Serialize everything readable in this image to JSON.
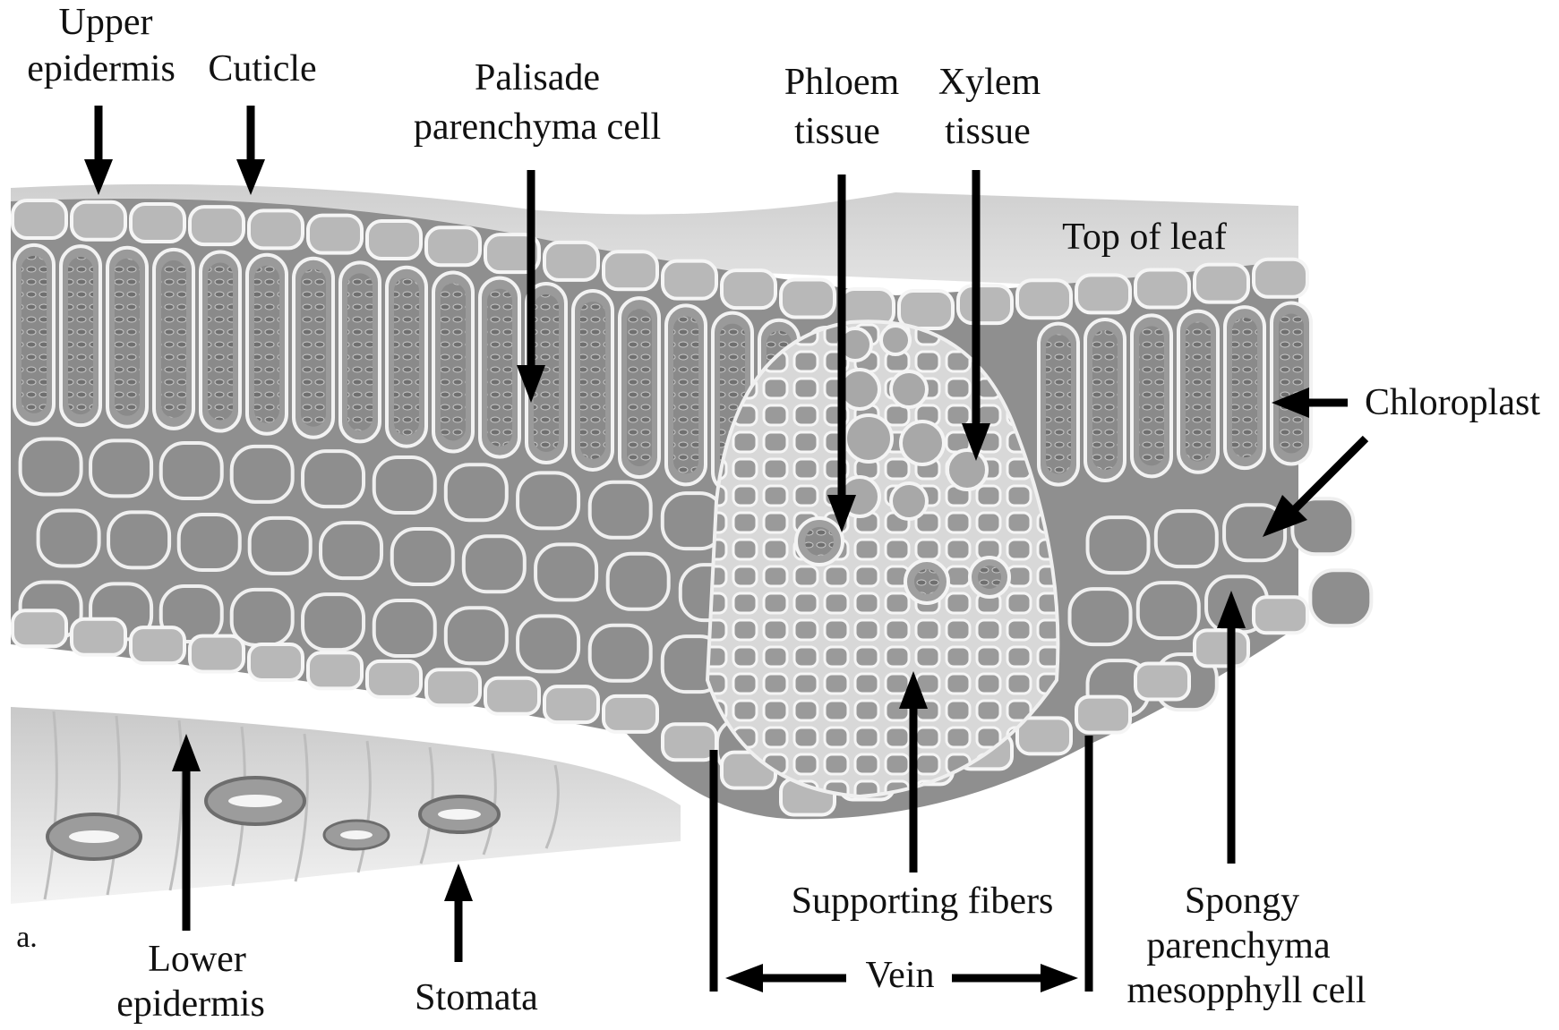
{
  "labels": {
    "upper_epidermis": [
      "Upper",
      "epidermis"
    ],
    "cuticle": "Cuticle",
    "palisade": [
      "Palisade",
      "parenchyma cell"
    ],
    "phloem": [
      "Phloem",
      "tissue"
    ],
    "xylem": [
      "Xylem",
      "tissue"
    ],
    "top_of_leaf": "Top of leaf",
    "chloroplast": "Chloroplast",
    "supporting_fibers": "Supporting fibers",
    "spongy": [
      "Spongy",
      "parenchyma",
      "mesopphyll cell"
    ],
    "vein": "Vein",
    "stomata": "Stomata",
    "lower_epidermis": [
      "Lower",
      "epidermis"
    ],
    "panel_letter": "a."
  },
  "colors": {
    "background": "#ffffff",
    "tissue_base": "#8f8f8f",
    "tissue_light": "#d9d9d9",
    "cell_wall": "#f2f2f2",
    "arrow": "#000000"
  }
}
